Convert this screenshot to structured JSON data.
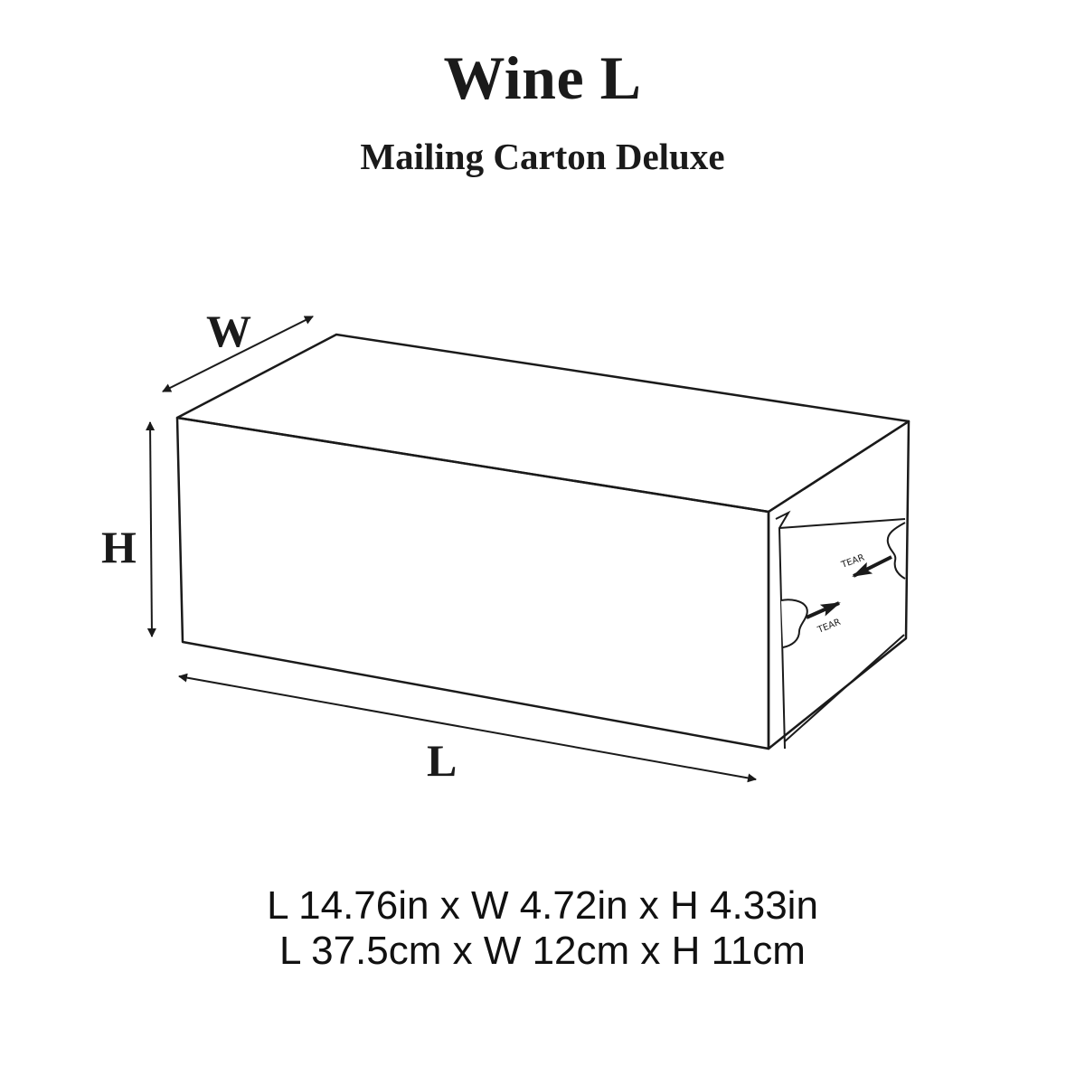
{
  "title": "Wine L",
  "subtitle": "Mailing Carton Deluxe",
  "dimension_labels": {
    "width": "W",
    "height": "H",
    "length": "L"
  },
  "tear_labels": {
    "upper": "TEAR",
    "lower": "TEAR"
  },
  "specs": {
    "imperial": "L 14.76in x W 4.72in x H 4.33in",
    "metric": "L 37.5cm x W 12cm x H 11cm"
  },
  "colors": {
    "line": "#1a1a1a",
    "background": "#ffffff"
  }
}
